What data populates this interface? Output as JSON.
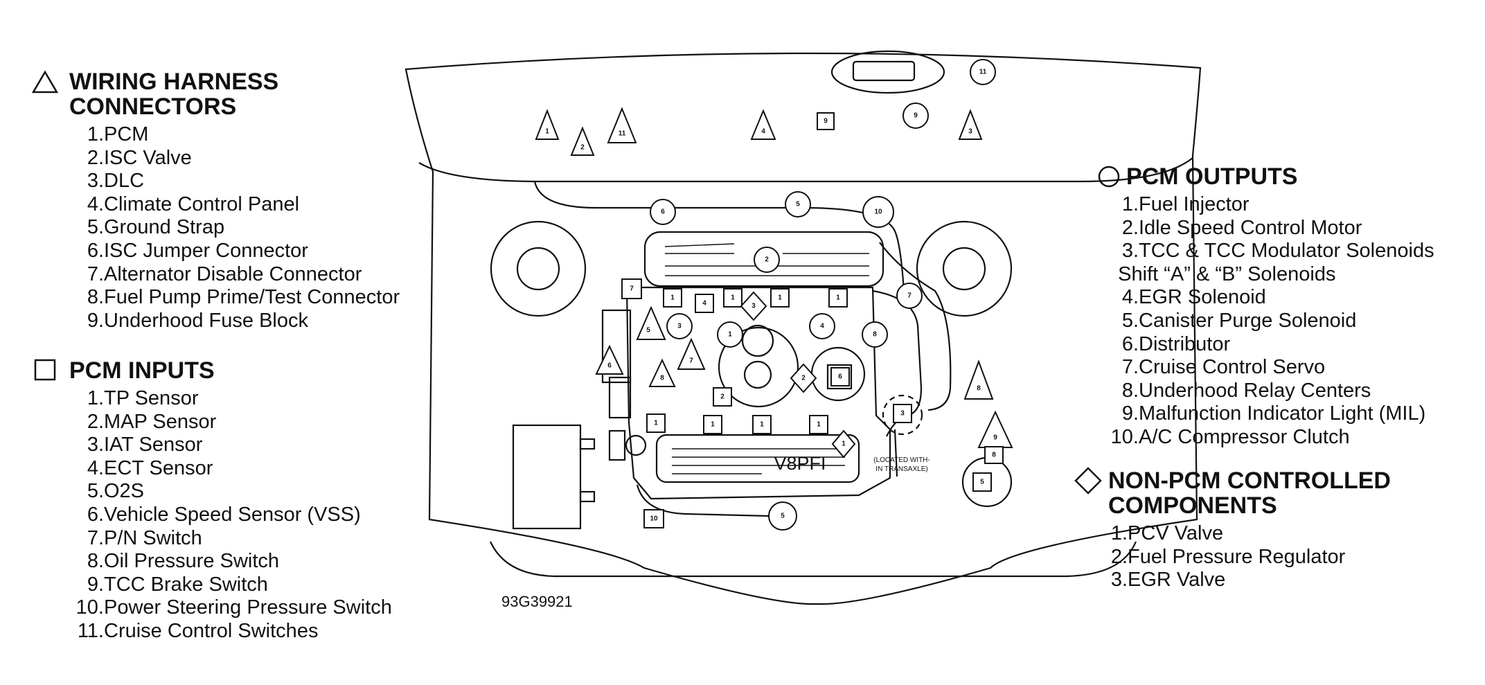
{
  "diagram_code": "93G39921",
  "engine_label": "V8PFI",
  "located_note": [
    "(LOCATED WITH-",
    "IN TRANSAXLE)"
  ],
  "legend": {
    "harness": {
      "title": "WIRING HARNESS\nCONNECTORS",
      "symbol": "triangle",
      "items": [
        "PCM",
        "ISC Valve",
        "DLC",
        "Climate Control Panel",
        "Ground Strap",
        "ISC Jumper Connector",
        "Alternator Disable Connector",
        "Fuel Pump Prime/Test Connector",
        "Underhood Fuse Block"
      ]
    },
    "inputs": {
      "title": "PCM INPUTS",
      "symbol": "square",
      "items": [
        "TP Sensor",
        "MAP Sensor",
        "IAT Sensor",
        "ECT Sensor",
        "O2S",
        "Vehicle Speed Sensor (VSS)",
        "P/N Switch",
        "Oil Pressure Switch",
        "TCC Brake Switch",
        "Power Steering Pressure Switch",
        "Cruise Control Switches"
      ]
    },
    "outputs": {
      "title": "PCM OUTPUTS",
      "symbol": "circle",
      "items": [
        "Fuel Injector",
        "Idle Speed Control Motor",
        "TCC & TCC Modulator Solenoids\n   Shift “A” & “B” Solenoids",
        "EGR Solenoid",
        "Canister Purge Solenoid",
        "Distributor",
        "Cruise Control Servo",
        "Underhood Relay Centers",
        "Malfunction Indicator Light (MIL)",
        "A/C Compressor Clutch"
      ]
    },
    "non_pcm": {
      "title": "NON-PCM CONTROLLED\nCOMPONENTS",
      "symbol": "diamond",
      "items": [
        "PCV Valve",
        "Fuel Pressure Regulator",
        "EGR Valve"
      ]
    }
  },
  "markers": {
    "triangles": [
      "1",
      "2",
      "11",
      "4",
      "3",
      "5",
      "7",
      "6",
      "8",
      "8",
      "9"
    ],
    "squares": [
      "9",
      "7",
      "1",
      "4",
      "1",
      "1",
      "1",
      "2",
      "6",
      "1",
      "1",
      "1",
      "1",
      "3",
      "10",
      "5",
      "8"
    ],
    "circles": [
      "11",
      "9",
      "6",
      "5",
      "10",
      "2",
      "7",
      "3",
      "1",
      "4",
      "8",
      "5"
    ],
    "diamonds": [
      "3",
      "2",
      "1"
    ]
  }
}
